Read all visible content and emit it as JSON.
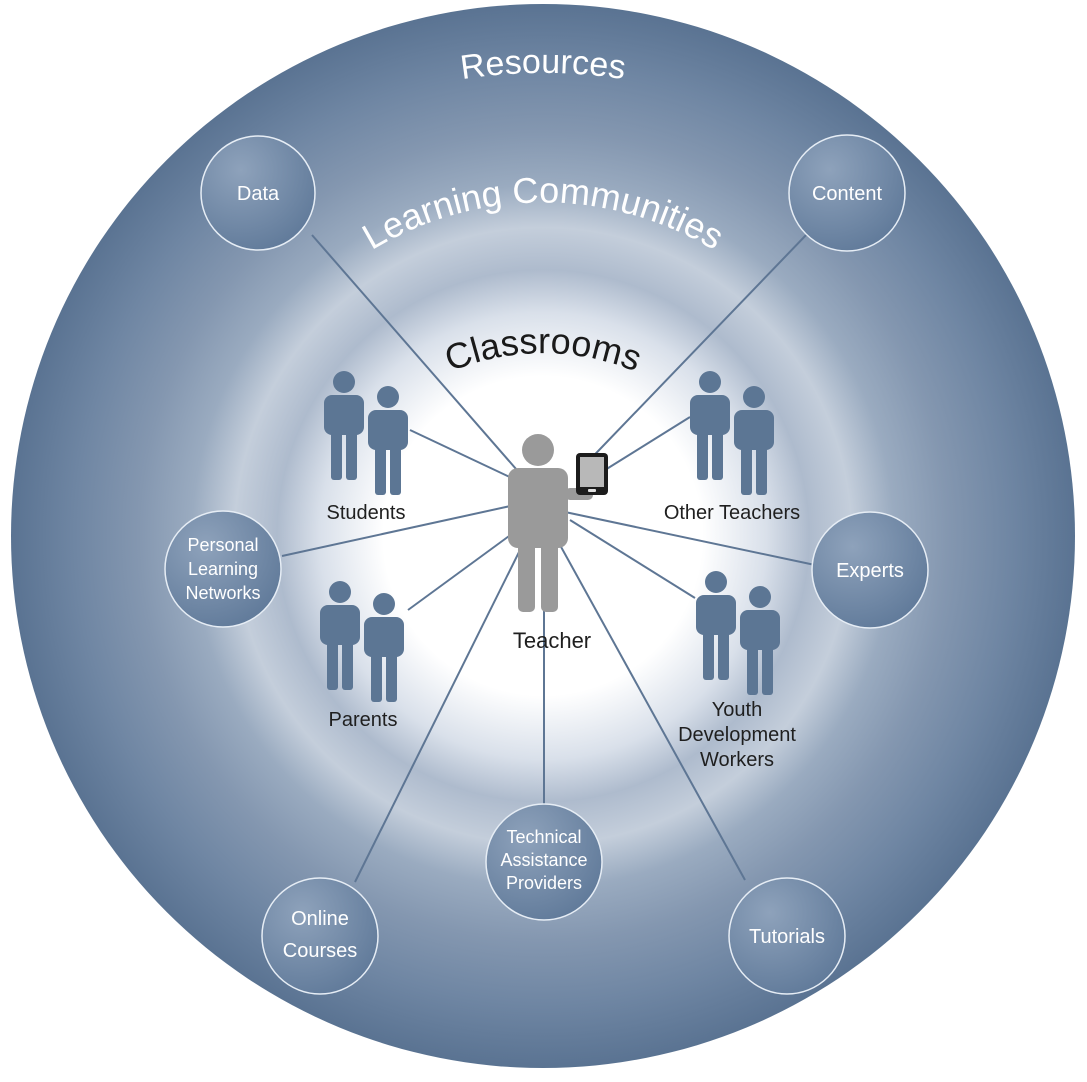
{
  "rings": {
    "outer_label": "Resources",
    "middle_label": "Learning Communities",
    "inner_label": "Classrooms"
  },
  "center": {
    "label": "Teacher"
  },
  "resources": [
    {
      "id": "data",
      "lines": [
        "Data"
      ]
    },
    {
      "id": "content",
      "lines": [
        "Content"
      ]
    },
    {
      "id": "experts",
      "lines": [
        "Experts"
      ]
    },
    {
      "id": "tutorials",
      "lines": [
        "Tutorials"
      ]
    },
    {
      "id": "technical-assistance-providers",
      "lines": [
        "Technical",
        "Assistance",
        "Providers"
      ]
    },
    {
      "id": "online-courses",
      "lines": [
        "Online",
        "Courses"
      ]
    },
    {
      "id": "personal-learning-networks",
      "lines": [
        "Personal",
        "Learning",
        "Networks"
      ]
    }
  ],
  "groups": [
    {
      "id": "students",
      "lines": [
        "Students"
      ]
    },
    {
      "id": "other-teachers",
      "lines": [
        "Other Teachers"
      ]
    },
    {
      "id": "parents",
      "lines": [
        "Parents"
      ]
    },
    {
      "id": "youth-development-workers",
      "lines": [
        "Youth",
        "Development",
        "Workers"
      ]
    }
  ],
  "colors": {
    "outer_ring": "#5f7896",
    "inner_glow": "#ffffff",
    "node_fill": "#6a84a3",
    "person": "#5c7694",
    "teacher": "#9a9a9a",
    "connector": "#5e7694"
  }
}
